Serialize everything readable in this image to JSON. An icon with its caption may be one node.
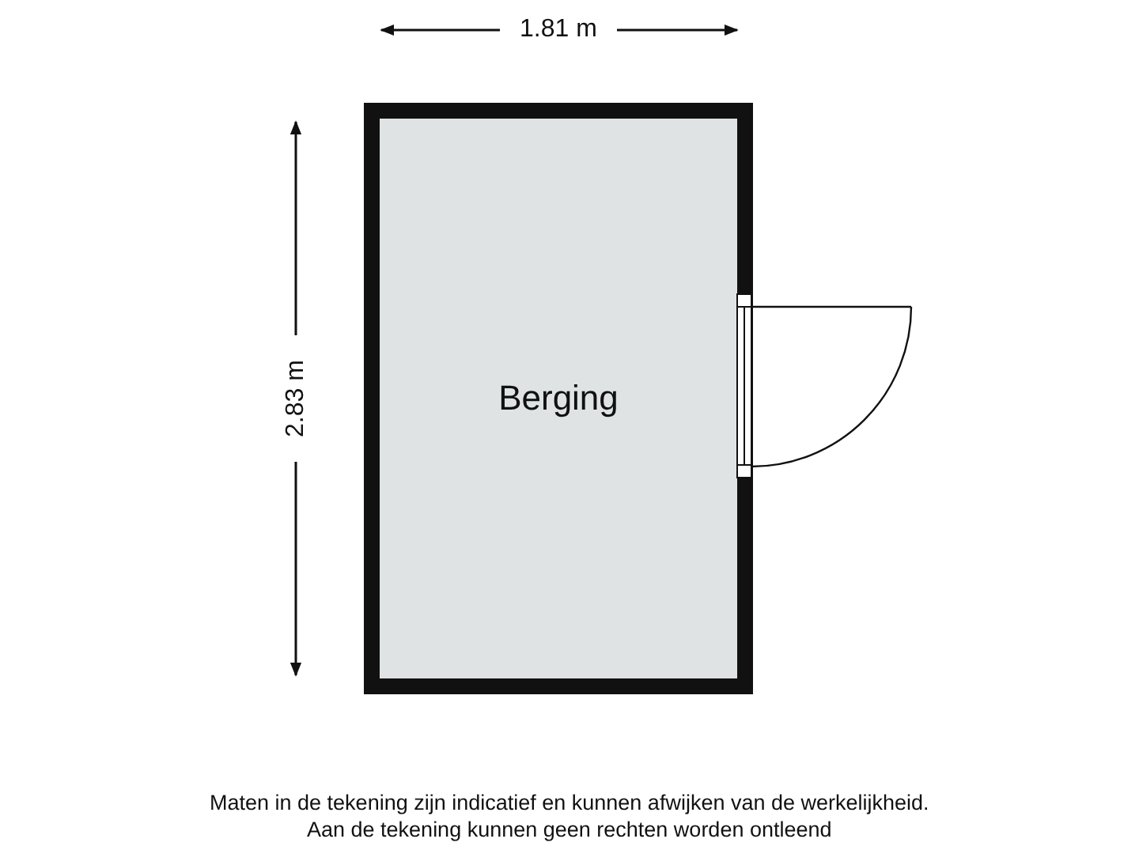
{
  "diagram": {
    "nodes": [
      {
        "text": [
          "Berging"
        ]
      }
    ],
    "labels": [
      "1.81 m",
      "2.83 m",
      "Maten in de tekening zijn indicatief en kunnen afwijken van de werkelijkheid.",
      "Aan de tekening kunnen geen rechten worden ontleend"
    ]
  }
}
